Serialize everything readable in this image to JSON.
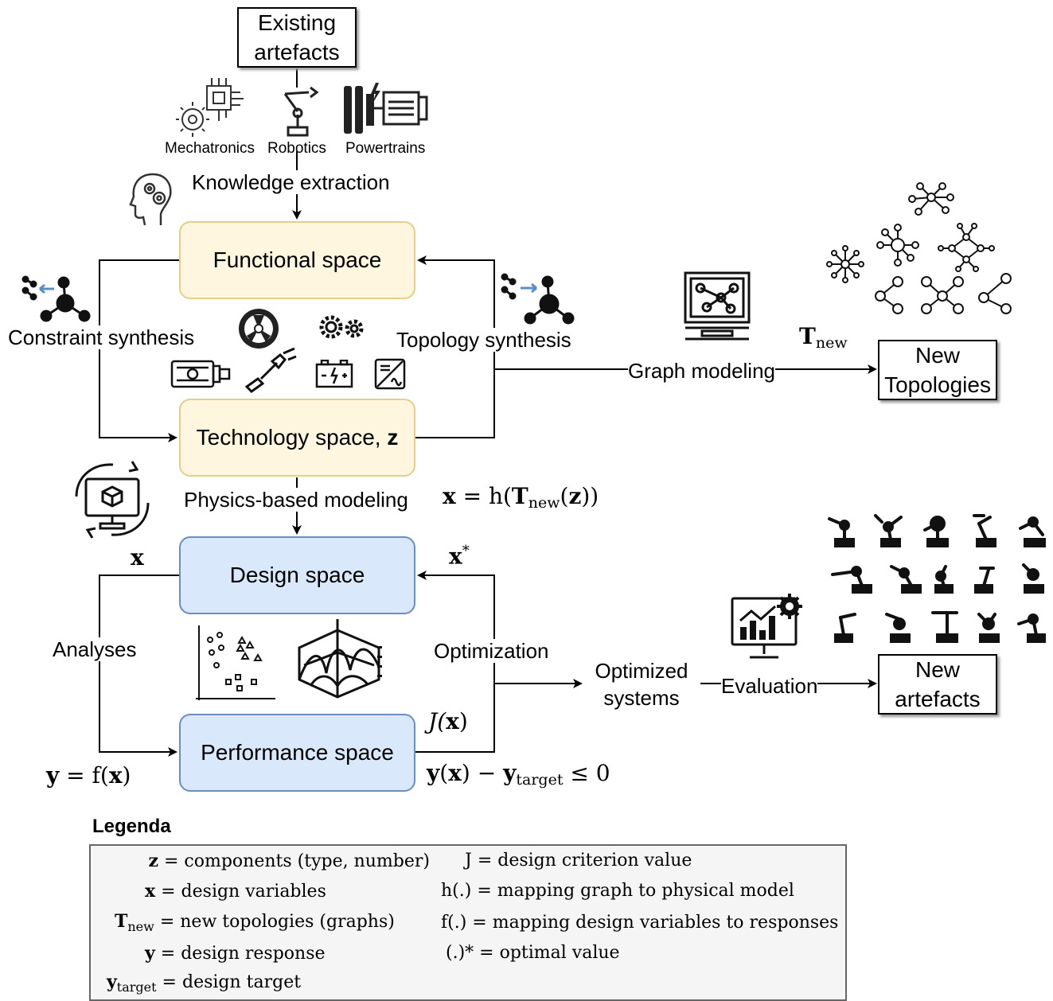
{
  "existing_box": [
    "Existing",
    "artefacts"
  ],
  "domains": [
    "Mechatronics",
    "Robotics",
    "Powertrains"
  ],
  "knowledge_extraction": "Knowledge extraction",
  "functional_space": "Functional space",
  "technology_space": "Technology space, ",
  "technology_symbol": "z",
  "design_space": "Design space",
  "performance_space": "Performance space",
  "constraint_synthesis": "Constraint synthesis",
  "topology_synthesis": "Topology synthesis",
  "graph_modeling": "Graph modeling",
  "physics_modeling": "Physics-based modeling",
  "analyses": "Analyses",
  "optimization": "Optimization",
  "evaluation": "Evaluation",
  "optimized_systems": [
    "Optimized",
    "systems"
  ],
  "new_topologies": [
    "New",
    "Topologies"
  ],
  "new_artefacts": [
    "New",
    "artefacts"
  ],
  "math": {
    "t_new": "T",
    "t_new_sub": "new",
    "x_eq_a": "x",
    "x_eq_b": " = h(",
    "x_eq_c": "T",
    "x_eq_d": "new",
    "x_eq_e": "(",
    "x_eq_f": "z",
    "x_eq_g": "))",
    "x_label": "x",
    "x_star": "x",
    "x_star_sup": "*",
    "j_a": "J(",
    "j_b": "x",
    "j_c": ")",
    "y_eq_a": "y",
    "y_eq_b": " = f(",
    "y_eq_c": "x",
    "y_eq_d": ")",
    "cons_a": "y",
    "cons_b": "(",
    "cons_c": "x",
    "cons_d": ") − ",
    "cons_e": "y",
    "cons_f": "target",
    "cons_g": " ≤ 0"
  },
  "legend": {
    "title": "Legenda",
    "left": [
      {
        "sym": "z",
        "sub": "",
        "def": " = components (type, number)"
      },
      {
        "sym": "x",
        "sub": "",
        "def": " = design variables"
      },
      {
        "sym": "T",
        "sub": "new",
        "def": " = new topologies (graphs)"
      },
      {
        "sym": "y",
        "sub": "",
        "def": " = design response"
      },
      {
        "sym": "y",
        "sub": "target",
        "def": " = design target"
      }
    ],
    "right": [
      "J = design criterion value",
      "h(.) = mapping graph to physical model",
      "f(.) = mapping design variables to responses",
      "(.)* = optimal value"
    ]
  },
  "icons": [
    "chip-gear-icon",
    "robot-arm-icon",
    "motor-wheel-icon",
    "head-gears-icon",
    "molecule-icon",
    "turbine-icon",
    "gears-icon",
    "motor-icon",
    "coupling-icon",
    "battery-icon",
    "inverter-icon",
    "monitor-graph-icon",
    "graph-network-icon",
    "cube-cycle-icon",
    "scatter-plot-icon",
    "surface-plot-icon",
    "monitor-chart-gear-icon",
    "robot-arms-icon"
  ]
}
